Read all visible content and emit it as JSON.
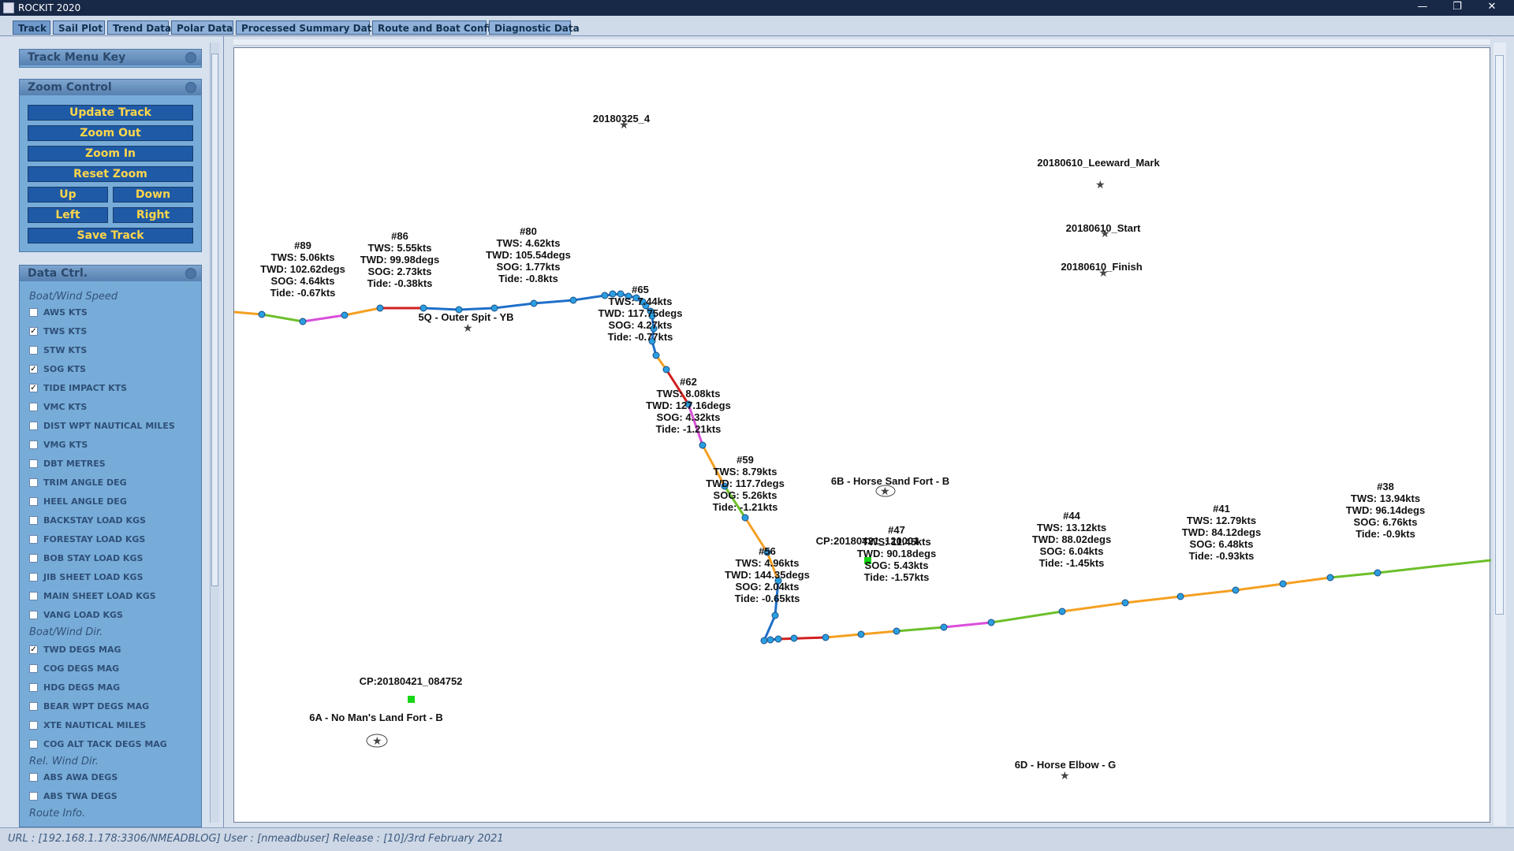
{
  "window": {
    "title": "ROCKIT 2020"
  },
  "tabs": [
    {
      "label": "Track",
      "active": true
    },
    {
      "label": "Sail Plot"
    },
    {
      "label": "Trend Data"
    },
    {
      "label": "Polar Data"
    },
    {
      "label": "Processed Summary Data"
    },
    {
      "label": "Route and Boat Config"
    },
    {
      "label": "Diagnostic Data"
    }
  ],
  "panels": {
    "track_menu_key": "Track Menu Key",
    "zoom_control": "Zoom Control",
    "data_ctrl": "Data Ctrl."
  },
  "zoom": {
    "update": "Update Track",
    "zoom_out": "Zoom Out",
    "zoom_in": "Zoom In",
    "reset": "Reset Zoom",
    "up": "Up",
    "down": "Down",
    "left": "Left",
    "right": "Right",
    "save": "Save Track"
  },
  "groups": {
    "boat_wind_speed": "Boat/Wind Speed",
    "boat_wind_dir": "Boat/Wind Dir.",
    "rel_wind_dir": "Rel. Wind Dir.",
    "route_info": "Route Info."
  },
  "checkboxes": [
    {
      "label": "AWS KTS",
      "checked": false
    },
    {
      "label": "TWS KTS",
      "checked": true
    },
    {
      "label": "STW KTS",
      "checked": false
    },
    {
      "label": "SOG KTS",
      "checked": true
    },
    {
      "label": "TIDE IMPACT KTS",
      "checked": true
    },
    {
      "label": "VMC KTS",
      "checked": false
    },
    {
      "label": "DIST WPT NAUTICAL MILES",
      "checked": false
    },
    {
      "label": "VMG KTS",
      "checked": false
    },
    {
      "label": "DBT METRES",
      "checked": false
    },
    {
      "label": "TRIM ANGLE DEG",
      "checked": false
    },
    {
      "label": "HEEL ANGLE DEG",
      "checked": false
    },
    {
      "label": "BACKSTAY LOAD KGS",
      "checked": false
    },
    {
      "label": "FORESTAY LOAD KGS",
      "checked": false
    },
    {
      "label": "BOB STAY LOAD KGS",
      "checked": false
    },
    {
      "label": "JIB SHEET LOAD KGS",
      "checked": false
    },
    {
      "label": "MAIN SHEET LOAD KGS",
      "checked": false
    },
    {
      "label": "VANG LOAD KGS",
      "checked": false
    },
    {
      "label": "TWD DEGS MAG",
      "checked": true
    },
    {
      "label": "COG DEGS MAG",
      "checked": false
    },
    {
      "label": "HDG DEGS MAG",
      "checked": false
    },
    {
      "label": "BEAR WPT DEGS MAG",
      "checked": false
    },
    {
      "label": "XTE NAUTICAL MILES",
      "checked": false
    },
    {
      "label": "COG ALT TACK DEGS MAG",
      "checked": false
    },
    {
      "label": "ABS AWA DEGS",
      "checked": false
    },
    {
      "label": "ABS TWA DEGS",
      "checked": false
    }
  ],
  "marks": [
    {
      "label": "20180325_4"
    },
    {
      "label": "20180610_Leeward_Mark"
    },
    {
      "label": "20180610_Start"
    },
    {
      "label": "20180610_Finish"
    },
    {
      "label": "5Q - Outer Spit - YB"
    },
    {
      "label": "6B - Horse Sand Fort - B"
    },
    {
      "label": "6A - No Man's Land Fort - B"
    },
    {
      "label": "6D - Horse Elbow - G"
    },
    {
      "label": "CP:20180421_120001"
    },
    {
      "label": "CP:20180421_084752"
    }
  ],
  "points": [
    {
      "id": "#89",
      "tws": "TWS: 5.06kts",
      "twd": "TWD: 102.62degs",
      "sog": "SOG: 4.64kts",
      "tide": "Tide: -0.67kts"
    },
    {
      "id": "#86",
      "tws": "TWS: 5.55kts",
      "twd": "TWD: 99.98degs",
      "sog": "SOG: 2.73kts",
      "tide": "Tide: -0.38kts"
    },
    {
      "id": "#80",
      "tws": "TWS: 4.62kts",
      "twd": "TWD: 105.54degs",
      "sog": "SOG: 1.77kts",
      "tide": "Tide: -0.8kts"
    },
    {
      "id": "#65",
      "tws": "TWS: 7.44kts",
      "twd": "TWD: 117.75degs",
      "sog": "SOG: 4.27kts",
      "tide": "Tide: -0.77kts"
    },
    {
      "id": "#62",
      "tws": "TWS: 8.08kts",
      "twd": "TWD: 127.16degs",
      "sog": "SOG: 4.32kts",
      "tide": "Tide: -1.21kts"
    },
    {
      "id": "#59",
      "tws": "TWS: 8.79kts",
      "twd": "TWD: 117.7degs",
      "sog": "SOG: 5.26kts",
      "tide": "Tide: -1.21kts"
    },
    {
      "id": "#56",
      "tws": "TWS: 4.96kts",
      "twd": "TWD: 144.35degs",
      "sog": "SOG: 2.04kts",
      "tide": "Tide: -0.65kts"
    },
    {
      "id": "#47",
      "tws": "TWS: 11.45kts",
      "twd": "TWD: 90.18degs",
      "sog": "SOG: 5.43kts",
      "tide": "Tide: -1.57kts"
    },
    {
      "id": "#44",
      "tws": "TWS: 13.12kts",
      "twd": "TWD: 88.02degs",
      "sog": "SOG: 6.04kts",
      "tide": "Tide: -1.45kts"
    },
    {
      "id": "#41",
      "tws": "TWS: 12.79kts",
      "twd": "TWD: 84.12degs",
      "sog": "SOG: 6.48kts",
      "tide": "Tide: -0.93kts"
    },
    {
      "id": "#38",
      "tws": "TWS: 13.94kts",
      "twd": "TWD: 96.14degs",
      "sog": "SOG: 6.76kts",
      "tide": "Tide: -0.9kts"
    }
  ],
  "status": {
    "text": "URL :  [192.168.1.178:3306/NMEADBLOG] User : [nmeadbuser] Release : [10]/3rd February 2021"
  },
  "colors": {
    "track_blue": "#1f6fc9",
    "track_orange": "#f5a023",
    "track_green": "#6cbf2a",
    "track_red": "#d11f1f",
    "track_magenta": "#d94fd9",
    "cp_green": "#16d616"
  }
}
